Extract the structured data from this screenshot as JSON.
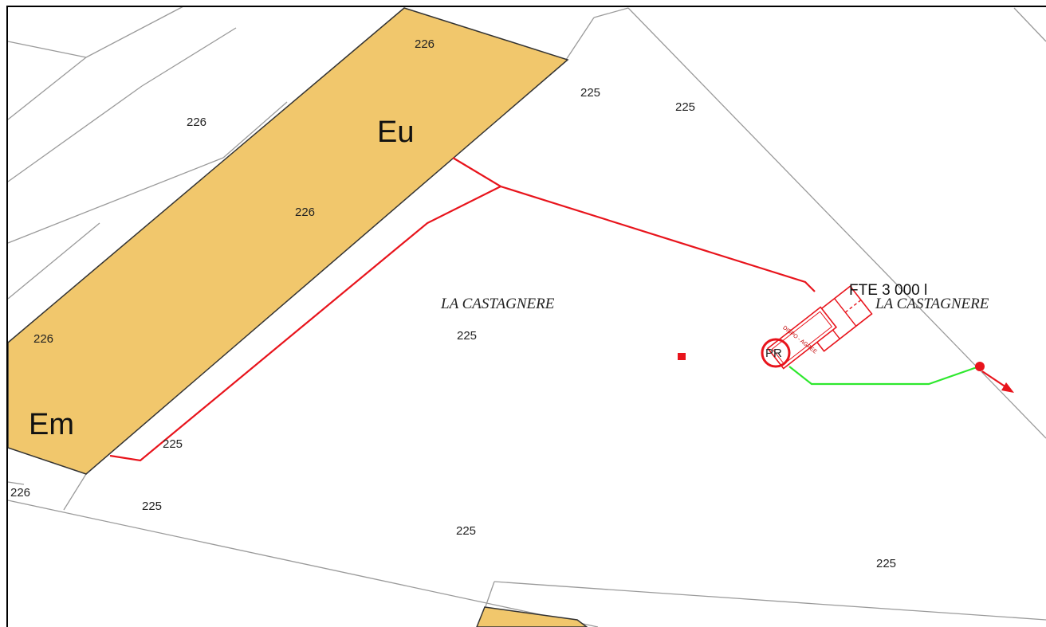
{
  "map": {
    "zones": {
      "eu": "Eu",
      "em": "Em"
    },
    "place_labels": [
      "LA CASTAGNERE",
      "LA CASTAGNERE"
    ],
    "elevations": {
      "e1": "226",
      "e2": "226",
      "e3": "226",
      "e4": "226",
      "e5": "226",
      "e6": "225",
      "e7": "225",
      "e8": "225",
      "e9": "225",
      "e10": "225",
      "e11": "225",
      "e12": "225"
    },
    "tank_label": "FTE 3 000 l",
    "disposal_label": "DISPO - AGREE",
    "pr_label": "PR",
    "colors": {
      "zone_fill": "#f1c76c",
      "zone_stroke": "#333333",
      "network_red": "#e8141c",
      "outlet_green": "#2ee82e",
      "parcel_line": "#9a9a9a",
      "frame": "#000000"
    }
  }
}
